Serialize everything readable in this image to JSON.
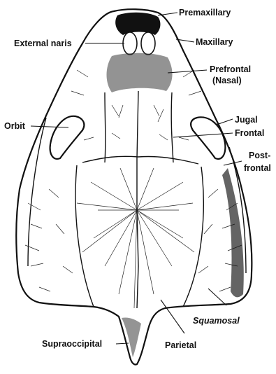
{
  "figure": {
    "labels": {
      "premaxillary": "Premaxillary",
      "external_naris": "External naris",
      "maxillary": "Maxillary",
      "prefrontal_line1": "Prefrontal",
      "prefrontal_line2": "(Nasal)",
      "orbit": "Orbit",
      "jugal": "Jugal",
      "frontal": "Frontal",
      "postfrontal_line1": "Post-",
      "postfrontal_line2": "frontal",
      "squamosal": "Squamosal",
      "supraoccipital": "Supraoccipital",
      "parietal": "Parietal"
    }
  }
}
